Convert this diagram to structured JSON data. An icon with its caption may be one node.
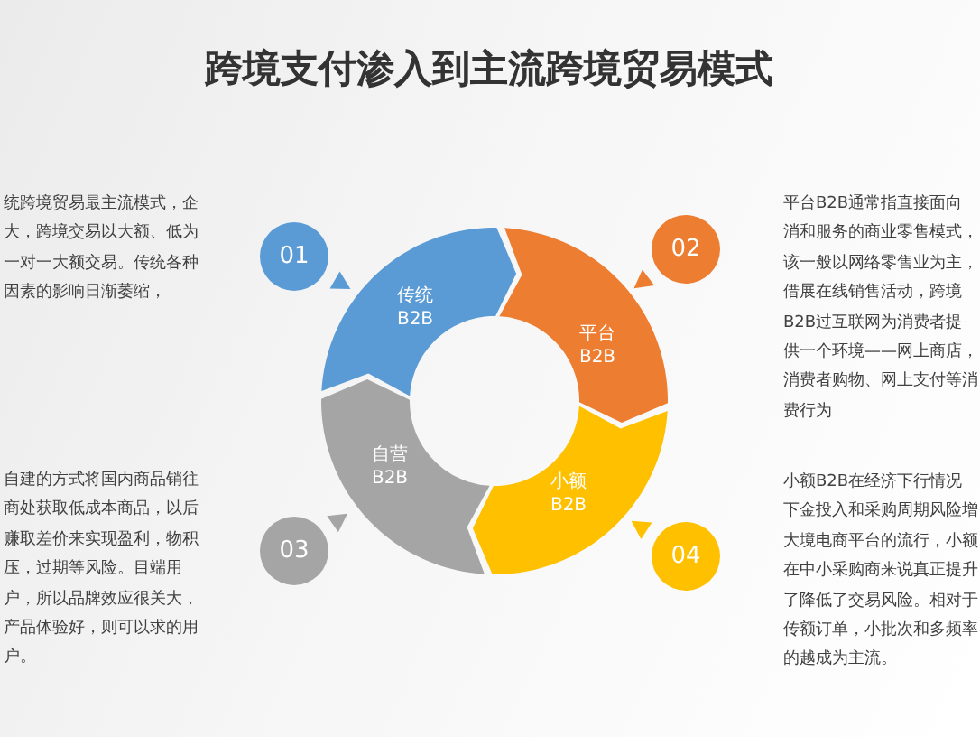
{
  "diagram": {
    "title": "跨境支付渗入到主流跨境贸易模式",
    "nodes": [
      {
        "text": [
          "01"
        ],
        "beside": [
          "统跨境贸易最主流模式，企大，跨境交易以大额、低为一对一大额交易。传统各种因素的影响日渐萎缩，"
        ]
      },
      {
        "text": [
          "02"
        ],
        "beside": [
          "平台B2B通常指直接面向消和服务的商业零售模式，该一般以网络零售业为主，借展在线销售活动，跨境B2B过互联网为消费者提供一个环境——网上商店，消费者购物、网上支付等消费行为"
        ]
      },
      {
        "text": [
          "传统B2B"
        ]
      },
      {
        "text": [
          "平台B2B"
        ]
      },
      {
        "text": [
          "自营B2B"
        ]
      },
      {
        "text": [
          "小额B2B"
        ]
      },
      {
        "text": [
          "03"
        ],
        "beside": [
          "自建的方式将国内商品销往商处获取低成本商品，以后赚取差价来实现盈利，物积压，过期等风险。目端用户，所以品牌效应很关大，产品体验好，则可以求的用户。"
        ]
      },
      {
        "text": [
          "04"
        ],
        "beside": [
          "小额B2B在经济下行情况下金投入和采购周期风险增大境电商平台的流行，小额在中小采购商来说真正提升了降低了交易风险。相对于传额订单，小批次和多频率的越成为主流。"
        ]
      }
    ]
  }
}
